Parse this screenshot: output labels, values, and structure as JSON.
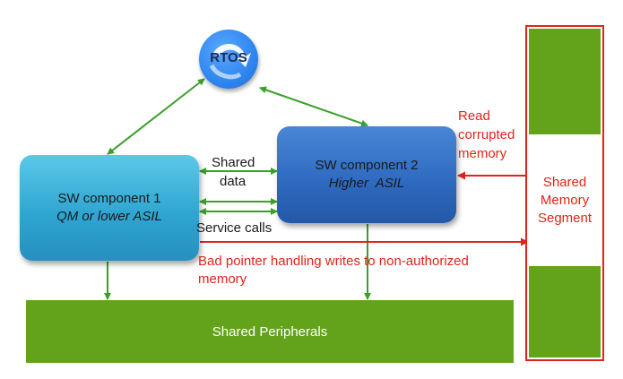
{
  "rtos": {
    "label": "RTOS"
  },
  "sw_component_1": {
    "title": "SW component 1",
    "subtitle": "QM or lower ASIL"
  },
  "sw_component_2": {
    "title": "SW component 2",
    "subtitle": "Higher  ASIL"
  },
  "shared_data": {
    "line1": "Shared",
    "line2": "data"
  },
  "service_calls": {
    "label": "Service calls"
  },
  "read_corrupted": {
    "line1": "Read",
    "line2": "corrupted",
    "line3": "memory"
  },
  "bad_pointer": {
    "line1": "Bad pointer handling writes to non-authorized",
    "line2": "memory"
  },
  "shared_memory": {
    "line1": "Shared",
    "line2": "Memory",
    "line3": "Segment"
  },
  "shared_peripherals": {
    "label": "Shared Peripherals"
  },
  "colors": {
    "green": "#62a31b",
    "red": "#e2231a",
    "arrow_green": "#3aa02a",
    "sw1_blue": "#2fa6d2",
    "sw2_blue": "#2f6bc0",
    "rtos_blue": "#2f86f0"
  }
}
